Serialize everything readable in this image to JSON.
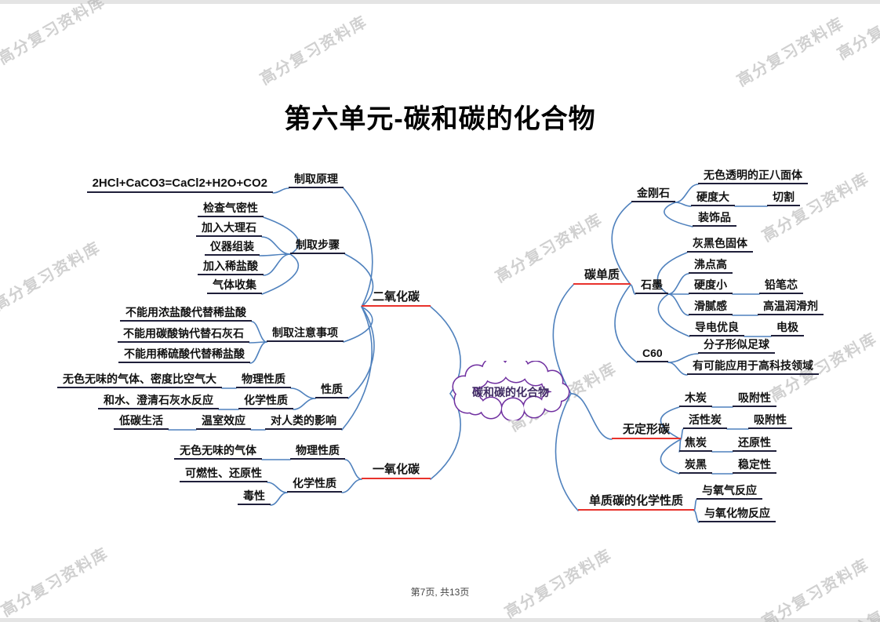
{
  "page": {
    "title": "第六单元-碳和碳的化合物",
    "footer": "第7页, 共13页",
    "watermark": "高分复习资料库"
  },
  "colors": {
    "branch_line": "#4f81bd",
    "main_underline": "#e8322c",
    "node_underline": "#1f1f3a",
    "cloud_outline": "#7030a0"
  },
  "center": {
    "label": "碳和碳的化合物"
  },
  "left": {
    "co2": {
      "label": "二氧化碳",
      "principle": {
        "label": "制取原理",
        "equation": "2HCl+CaCO3=CaCl2+H2O+CO2"
      },
      "steps": {
        "label": "制取步骤",
        "items": [
          "检查气密性",
          "加入大理石",
          "仪器组装",
          "加入稀盐酸",
          "气体收集"
        ]
      },
      "precautions": {
        "label": "制取注意事项",
        "items": [
          "不能用浓盐酸代替稀盐酸",
          "不能用碳酸钠代替石灰石",
          "不能用稀硫酸代替稀盐酸"
        ]
      },
      "properties": {
        "label": "性质",
        "physical": {
          "label": "物理性质",
          "detail": "无色无味的气体、密度比空气大"
        },
        "chemical": {
          "label": "化学性质",
          "detail": "和水、澄清石灰水反应"
        }
      },
      "impact": {
        "label": "对人类的影响",
        "effect": "温室效应",
        "life": "低碳生活"
      }
    },
    "co": {
      "label": "一氧化碳",
      "physical": {
        "label": "物理性质",
        "detail": "无色无味的气体"
      },
      "chemical": {
        "label": "化学性质",
        "items": [
          "可燃性、还原性",
          "毒性"
        ]
      }
    }
  },
  "right": {
    "carbon": {
      "label": "碳单质",
      "diamond": {
        "label": "金刚石",
        "features": [
          {
            "label": "无色透明的正八面体"
          },
          {
            "label": "硬度大",
            "use": "切割"
          },
          {
            "label": "装饰品"
          }
        ]
      },
      "graphite": {
        "label": "石墨",
        "features": [
          {
            "label": "灰黑色固体"
          },
          {
            "label": "沸点高"
          },
          {
            "label": "硬度小",
            "use": "铅笔芯"
          },
          {
            "label": "滑腻感",
            "use": "高温润滑剂"
          },
          {
            "label": "导电优良",
            "use": "电极"
          }
        ]
      },
      "c60": {
        "label": "C60",
        "features": [
          "分子形似足球",
          "有可能应用于高科技领域"
        ]
      }
    },
    "amorphous": {
      "label": "无定形碳",
      "items": [
        {
          "label": "木炭",
          "property": "吸附性"
        },
        {
          "label": "活性炭",
          "property": "吸附性"
        },
        {
          "label": "焦炭",
          "property": "还原性"
        },
        {
          "label": "炭黑",
          "property": "稳定性"
        }
      ]
    },
    "chem": {
      "label": "单质碳的化学性质",
      "items": [
        "与氧气反应",
        "与氧化物反应"
      ]
    }
  }
}
